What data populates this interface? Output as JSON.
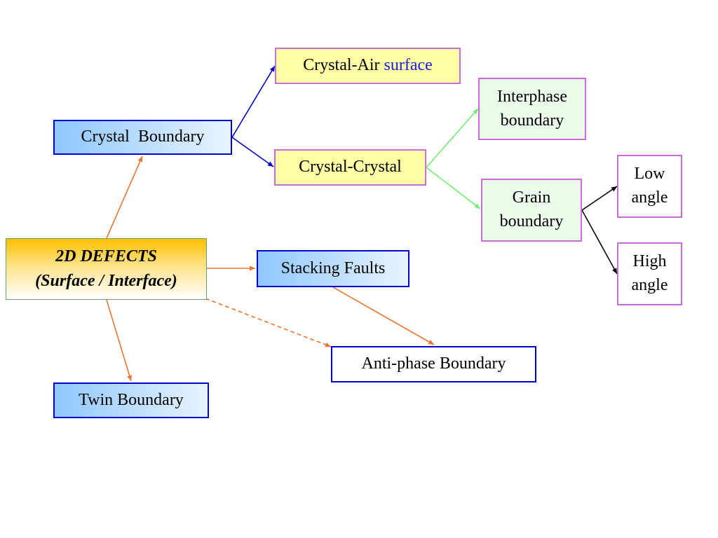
{
  "nodes": {
    "root": {
      "line1": "2D DEFECTS",
      "line2": "(Surface / Interface)"
    },
    "crystal_boundary": {
      "label": "Crystal  Boundary"
    },
    "crystal_air": {
      "prefix": "Crystal-Air ",
      "accent_word": "surface"
    },
    "crystal_crystal": {
      "label": "Crystal-Crystal"
    },
    "interphase": {
      "label": "Interphase\nboundary"
    },
    "grain": {
      "label": "Grain\nboundary"
    },
    "low_angle": {
      "label": "Low\nangle"
    },
    "high_angle": {
      "label": "High\nangle"
    },
    "stacking_faults": {
      "label": "Stacking Faults"
    },
    "antiphase": {
      "label": "Anti-phase Boundary"
    },
    "twin": {
      "label": "Twin Boundary"
    }
  },
  "colors": {
    "orange_connector": "#ee7530",
    "blue_connector": "#0000cc",
    "green_connector": "#6ff06f",
    "black_connector": "#000000",
    "accent_text": "#1a1ae6",
    "blue_box_border": "#0000cc",
    "purple_box_border": "#c86cdc",
    "yellow_box_fill": "#ffffa6",
    "green_box_fill": "#eafbea",
    "root_gradient_top": "#ffc000"
  }
}
